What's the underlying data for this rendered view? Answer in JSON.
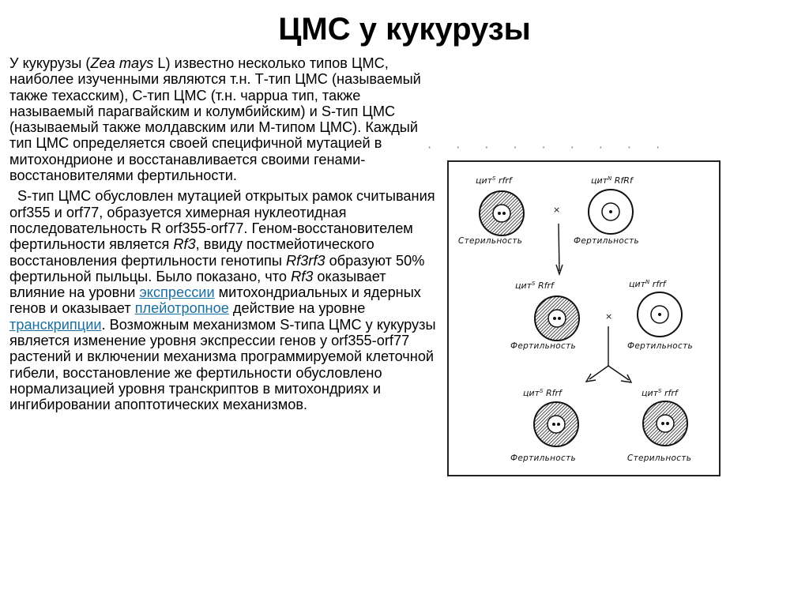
{
  "title": "ЦМС у кукурузы",
  "paragraph1": {
    "t1": "У кукурузы (",
    "t1_italic": "Zea mays",
    "t2": " L) известно несколько типов ЦМС, наиболее изученными являются т.н. Т-тип ЦМС (называемый также техасским), С-тип ЦМС (т.н. чаррua тип, также называемый парагвайским и колумбийским) и S-тип ЦМС (называемый также молдавским или М-типом ЦМС). Каждый тип ЦМС определяется своей специфичной мутацией в митохондрионе и восстанавливается своими генами-восстановителями фертильности."
  },
  "paragraph2": {
    "t1": "S-тип ЦМС обусловлен мутацией открытых рамок считывания orf355 и orf77, образуется химерная нуклеотидная последовательность R orf355-orf77. Геном-восстановителем фертильности является ",
    "i1": "Rf3",
    "t2": ", ввиду постмейотического восстановления фертильности генотипы ",
    "i2": "Rf3rf3",
    "t3": " образуют 50% фертильной пыльцы. Было показано, что ",
    "i3": "Rf3",
    "t4": " оказывает влияние на уровни ",
    "link1": "экспрессии",
    "t5": " митохондриальных и ядерных генов и оказывает ",
    "link2": "плейотропное",
    "t6": " действие на уровне ",
    "link3": "транскрипции",
    "t7": ". Возможным механизмом S-типа ЦМС у кукурузы является изменение уровня экспрессии генов у orf355-orf77 растений и включении механизма программируемой клеточной гибели, восстановление же фертильности обусловлено нормализацией уровня транскриптов в митохондриях и ингибировании апоптотических механизмов."
  },
  "figure": {
    "cross_symbol": "×",
    "row1": [
      {
        "genotype": "цит",
        "sup": "S",
        "genes": " rfrf",
        "label": "Стерильность",
        "type": "sterile"
      },
      {
        "genotype": "цит",
        "sup": "N",
        "genes": " RfRf",
        "label": "Фертильность",
        "type": "fertile"
      }
    ],
    "row2": [
      {
        "genotype": "цит",
        "sup": "S",
        "genes": " Rfrf",
        "label": "Фертильность",
        "type": "sterile"
      },
      {
        "genotype": "цит",
        "sup": "N",
        "genes": " rfrf",
        "label": "Фертильность",
        "type": "fertile"
      }
    ],
    "row3": [
      {
        "genotype": "цит",
        "sup": "S",
        "genes": " Rfrf",
        "label": "Фертильность",
        "type": "sterile"
      },
      {
        "genotype": "цит",
        "sup": "S",
        "genes": " rfrf",
        "label": "Стерильность",
        "type": "sterile"
      }
    ]
  }
}
